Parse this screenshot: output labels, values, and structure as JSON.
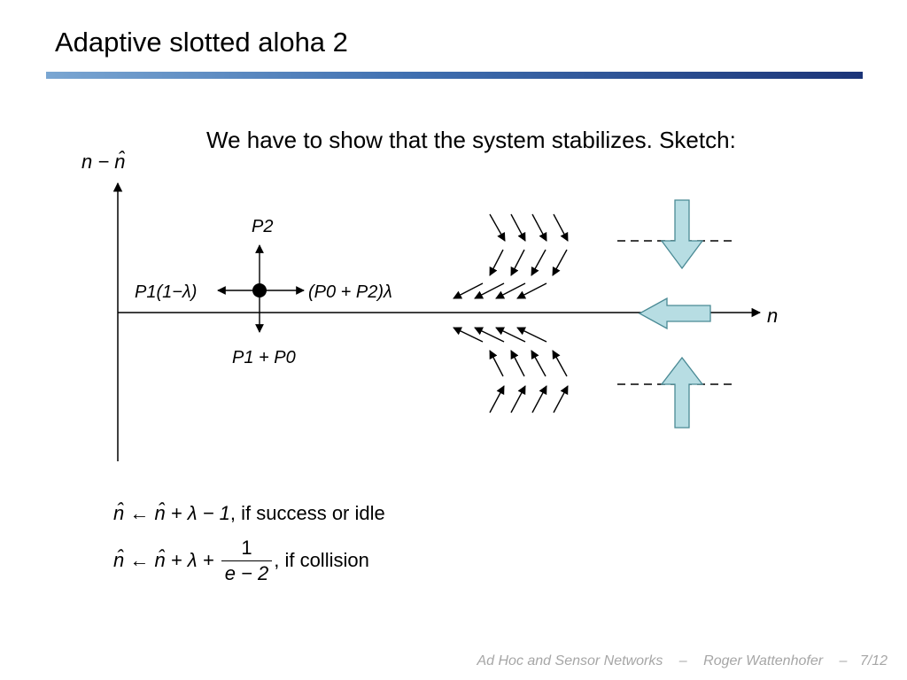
{
  "slide": {
    "title": "Adaptive slotted aloha 2",
    "subtitle": "We have to show that the system stabilizes. Sketch:"
  },
  "sketch": {
    "y_axis_label": "n − n̂",
    "x_axis_label": "n",
    "label_up": "P2",
    "label_left": "P1(1−λ)",
    "label_right": "(P0 + P2)λ",
    "label_down": "P1 + P0"
  },
  "formulas": {
    "success_lhs": "n̂ ← n̂ + λ − 1",
    "success_text": ", if success or idle",
    "collision_lhs": "n̂ ← n̂ + λ +",
    "collision_numerator": "1",
    "collision_denominator": "e − 2",
    "collision_text": ", if collision"
  },
  "footer": {
    "course": "Ad Hoc and Sensor Networks",
    "sep1": "–",
    "author": "Roger Wattenhofer",
    "sep2": "–",
    "page": "7/12"
  },
  "colors": {
    "accent_bar_start": "#7aa6d2",
    "accent_bar_end": "#1b3478",
    "block_arrow_fill": "#b7dde3",
    "footer_text": "#a6a6a6"
  }
}
